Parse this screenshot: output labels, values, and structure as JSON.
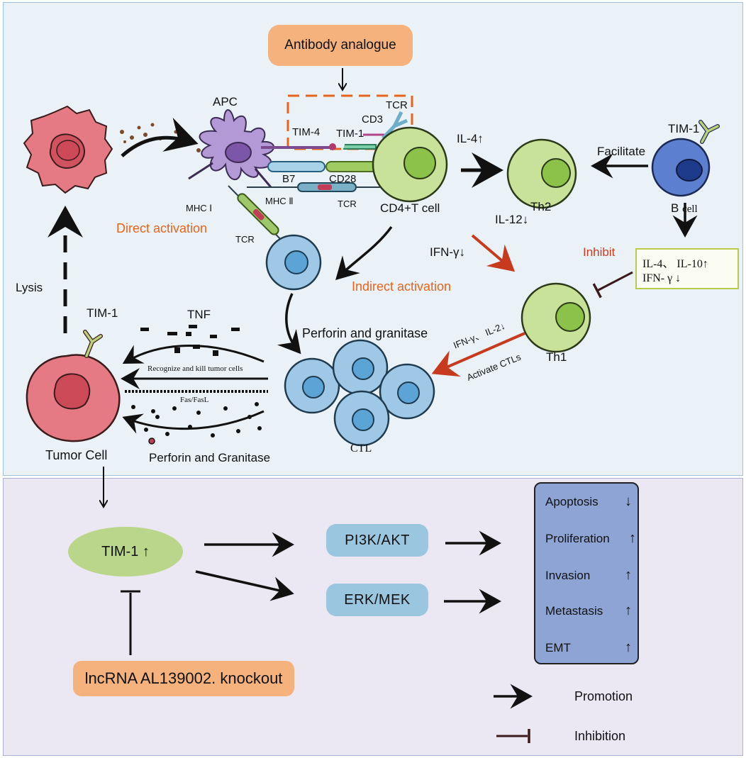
{
  "labels": {
    "antibody_analogue": "Antibody analogue",
    "apc": "APC",
    "tim4": "TIM-4",
    "tim1_synapse": "TIM-1",
    "cd3": "CD3",
    "tcr_top": "TCR",
    "b7": "B7",
    "cd28": "CD28",
    "mhc1": "MHC Ⅰ",
    "mhc2": "MHC Ⅱ",
    "tcr_mhc2": "TCR",
    "tcr_mhc1": "TCR",
    "cd4_t_cell": "CD4+T cell",
    "direct_activation": "Direct activation",
    "indirect_activation": "Indirect activation",
    "il4_up": "IL-4↑",
    "il12_down": "IL-12↓",
    "th2": "Th2",
    "facilitate": "Facilitate",
    "tim1_bcell": "TIM-1",
    "b_prefix": "B",
    "b_suffix": "cell",
    "inhibit": "Inhibit",
    "cyto_line1": "IL-4、 IL-10↑",
    "cyto_line2": "IFN- γ ↓",
    "ifn_down": "IFN-γ↓",
    "th1": "Th1",
    "ifn_il2": "IFN-γ、 IL-2↓",
    "activate_ctls": "Activate CTLs",
    "perforin_granitase": "Perforin and granitase",
    "ctl": "CTL",
    "tnf": "TNF",
    "recognize_kill": "Recognize and kill tumor cells",
    "fas_fasl": "Fas/FasL",
    "perforin_granitase_caps": "Perforin and Granitase",
    "lysis": "Lysis",
    "tim1_tumor": "TIM-1",
    "tumor_cell": "Tumor Cell",
    "tim1_up": "TIM-1 ↑",
    "pi3k_akt": "PI3K/AKT",
    "erk_mek": "ERK/MEK",
    "lncrna": "lncRNA AL139002. knockout",
    "promotion": "Promotion",
    "inhibition": "Inhibition"
  },
  "outcomes": [
    {
      "label": "Apoptosis",
      "arrow": "↓"
    },
    {
      "label": "Proliferation",
      "arrow": "↑"
    },
    {
      "label": "Invasion",
      "arrow": "↑"
    },
    {
      "label": "Metastasis",
      "arrow": "↑"
    },
    {
      "label": "EMT",
      "arrow": "↑"
    }
  ],
  "colors": {
    "top_panel": "#eaf2f7",
    "bottom_panel": "#ebe7f3",
    "orange_pill": "#f5b27c",
    "blue_pill": "#9bc6df",
    "green_pill": "#b9d68a",
    "outcome_box": "#8ea4d4",
    "t_cell": "#c9e29a",
    "tumor": "#e57a85",
    "ctl": "#9fc8e6",
    "b_cell": "#5d7fd0",
    "apc": "#b39ad6",
    "red_arrow": "#c73a1e",
    "orange_text": "#e8641c"
  }
}
